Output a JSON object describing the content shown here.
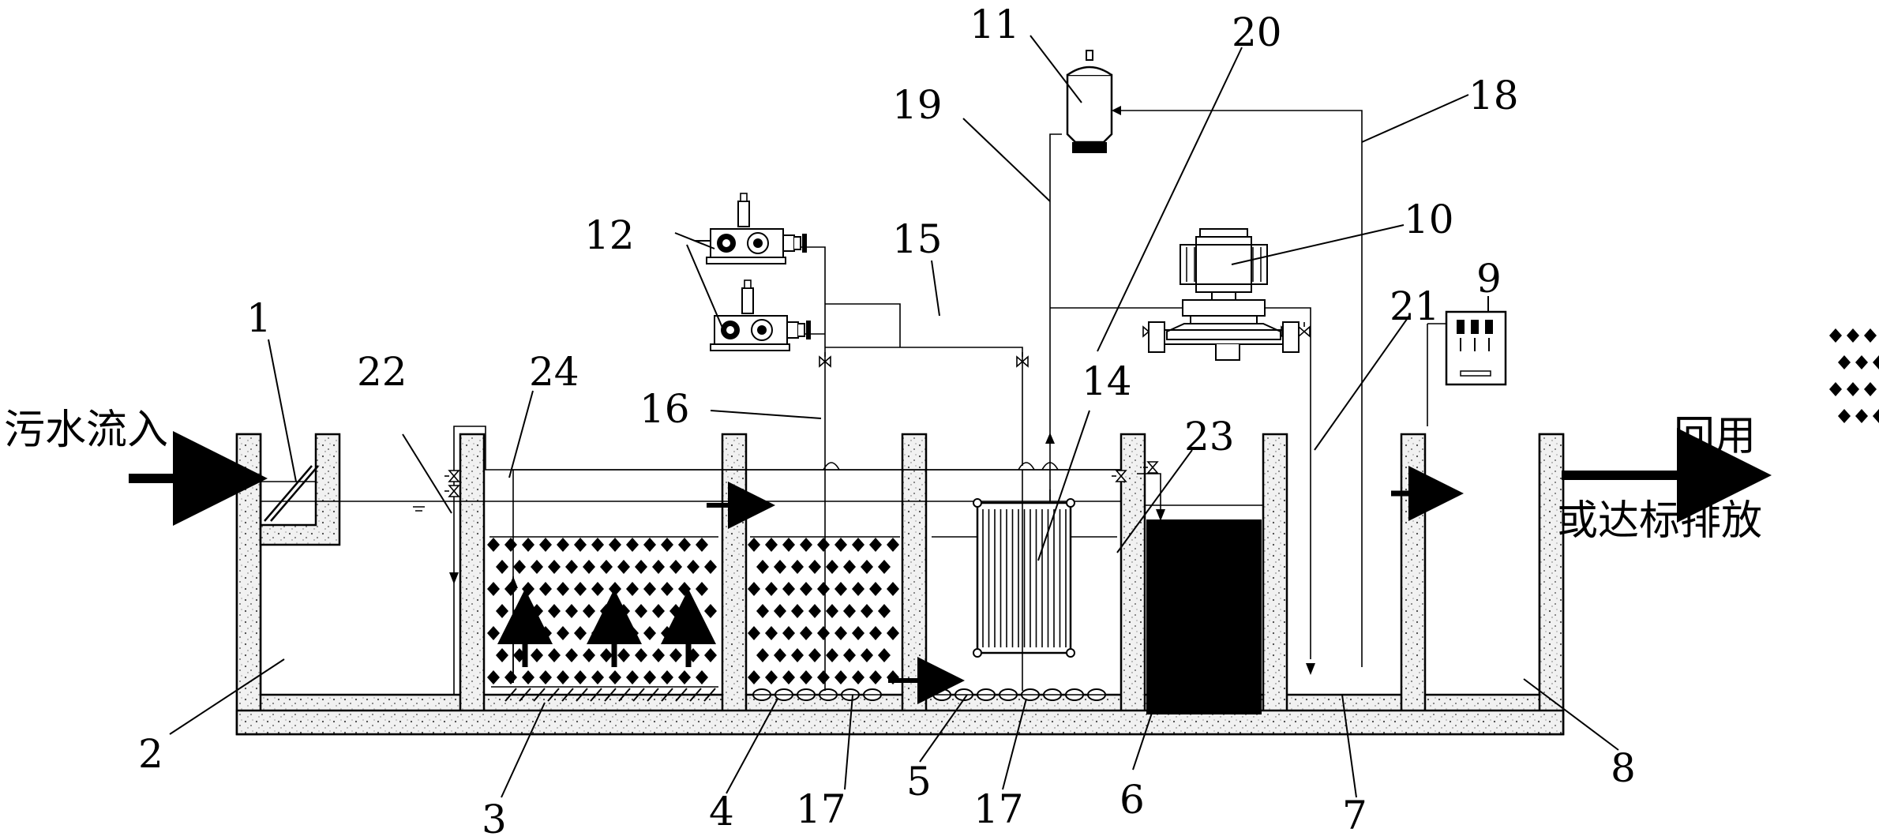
{
  "inflow_text": "污水流入",
  "outflow_text_1": "回用",
  "outflow_text_2": "或达标排放",
  "colors": {
    "line": "#000000",
    "wall_fill": "#eeeeee",
    "media": "#000000",
    "filter": "#000000"
  },
  "callouts": [
    "1",
    "2",
    "3",
    "4",
    "5",
    "6",
    "7",
    "8",
    "9",
    "10",
    "11",
    "12",
    "12",
    "14",
    "15",
    "16",
    "17",
    "17",
    "18",
    "19",
    "20",
    "21",
    "22",
    "23",
    "24"
  ]
}
